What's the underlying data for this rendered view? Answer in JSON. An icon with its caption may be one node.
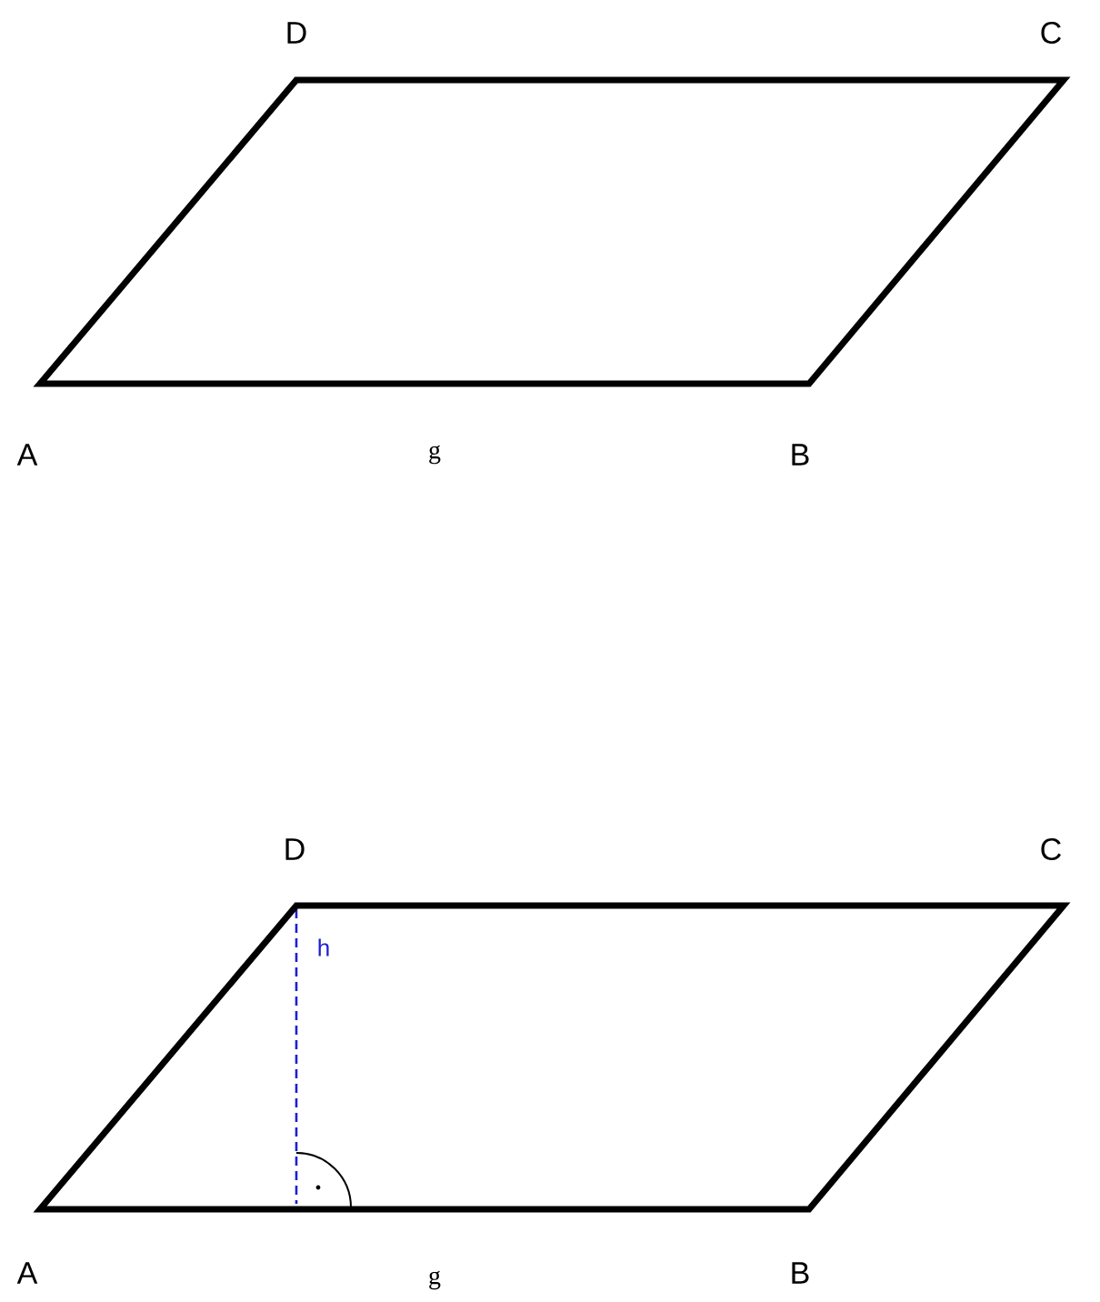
{
  "diagram": {
    "labels": [
      "D",
      "C",
      "A",
      "g",
      "B",
      "D",
      "C",
      "h",
      "A",
      "g",
      "B"
    ]
  }
}
